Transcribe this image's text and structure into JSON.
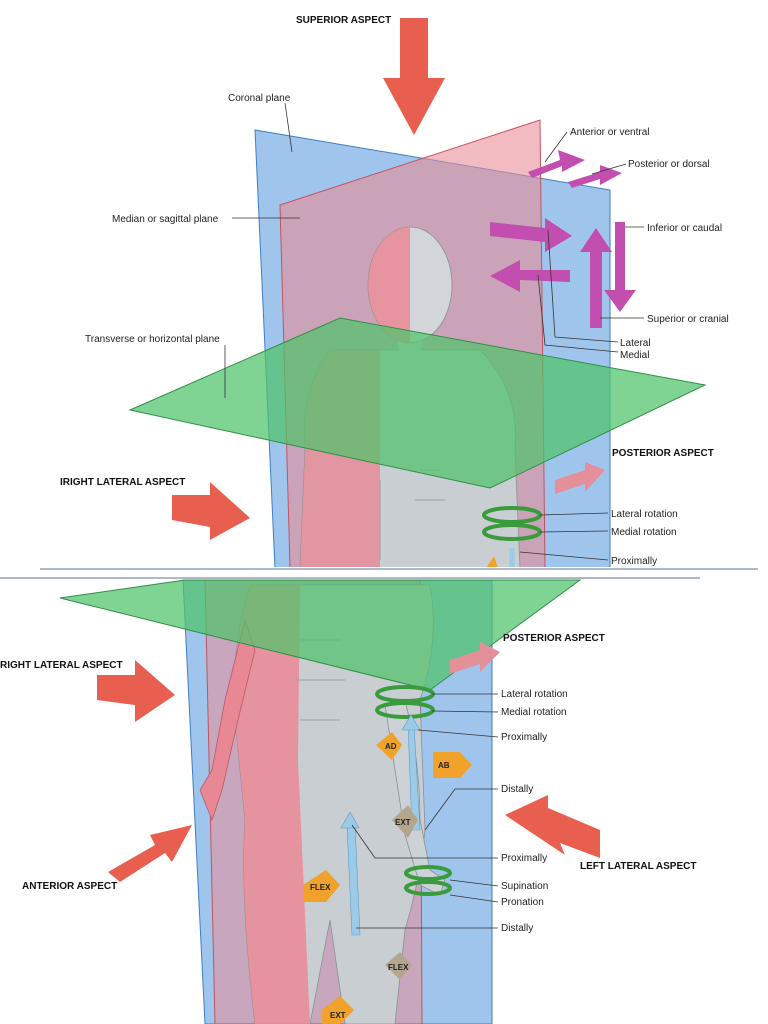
{
  "colors": {
    "coronal_plane": "#7fb2e6",
    "sagittal_plane": "#e98c98",
    "transverse_plane": "#4fc46a",
    "arrow_red": "#e85f4f",
    "arrow_magenta": "#c24fb0",
    "arrow_orange": "#f0a22a",
    "rotation_green": "#3a9b3c",
    "body_grey": "#c9ced3",
    "body_pink": "#e98895"
  },
  "top": {
    "superior_aspect": "SUPERIOR ASPECT",
    "coronal_plane": "Coronal plane",
    "median_plane": "Median or sagittal plane",
    "transverse_plane": "Transverse or horizontal plane",
    "right_lateral_aspect": "IRIGHT LATERAL ASPECT",
    "anterior_ventral": "Anterior or ventral",
    "posterior_dorsal": "Posterior or dorsal",
    "inferior_caudal": "Inferior or caudal",
    "superior_cranial": "Superior or cranial",
    "lateral": "Lateral",
    "medial": "Medial",
    "posterior_aspect": "POSTERIOR ASPECT",
    "lateral_rotation": "Lateral rotation",
    "medial_rotation": "Medial rotation",
    "proximally": "Proximally"
  },
  "bottom": {
    "right_lateral_aspect": "RIGHT LATERAL ASPECT",
    "posterior_aspect": "POSTERIOR ASPECT",
    "lateral_rotation": "Lateral rotation",
    "medial_rotation": "Medial rotation",
    "proximally_1": "Proximally",
    "distally_1": "Distally",
    "proximally_2": "Proximally",
    "left_lateral_aspect": "LEFT LATERAL ASPECT",
    "anterior_aspect": "ANTERIOR ASPECT",
    "supination": "Supination",
    "pronation": "Pronation",
    "distally_2": "Distally",
    "tag_ad": "AD",
    "tag_ab": "AB",
    "tag_ext_1": "EXT",
    "tag_flex_1": "FLEX",
    "tag_flex_2": "FLEX",
    "tag_ext_2": "EXT"
  }
}
